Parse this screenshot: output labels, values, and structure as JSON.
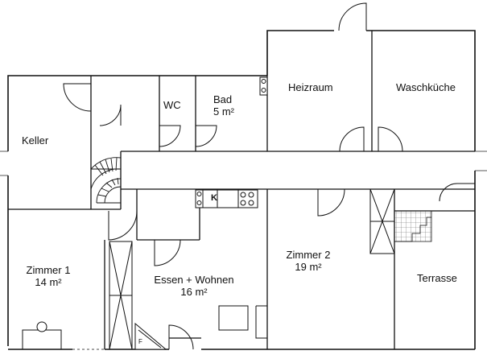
{
  "rooms": {
    "keller": {
      "name": "Keller"
    },
    "wc": {
      "name": "WC"
    },
    "bad": {
      "name": "Bad",
      "area": "5 m²"
    },
    "heizraum": {
      "name": "Heizraum"
    },
    "waschkueche": {
      "name": "Waschküche"
    },
    "zimmer1": {
      "name": "Zimmer 1",
      "area": "14 m²"
    },
    "essen_wohnen": {
      "name": "Essen + Wohnen",
      "area": "16 m²"
    },
    "zimmer2": {
      "name": "Zimmer 2",
      "area": "19 m²"
    },
    "terrasse": {
      "name": "Terrasse"
    }
  },
  "fixtures": {
    "kitchen_marker": "K",
    "fireplace_marker": "F"
  },
  "colors": {
    "wall": "#111111",
    "hatch": "#555555",
    "background": "#ffffff"
  }
}
